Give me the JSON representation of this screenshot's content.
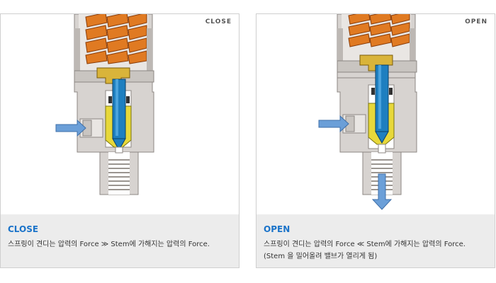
{
  "panels": [
    {
      "state_label": "CLOSE",
      "caption_title": "CLOSE",
      "caption_text": "스프링이 견디는 압력의 Force ≫ Stem에 가해지는 압력의 Force."
    },
    {
      "state_label": "OPEN",
      "caption_title": "OPEN",
      "caption_text": "스프링이 견디는 압력의 Force ≪ Stem에 가해지는 압력의 Force. (Stem 을 밀어올려 밸브가 열리게 됨)"
    }
  ],
  "colors": {
    "body": "#d7d3d0",
    "body_dark": "#b6b1ad",
    "spring": "#e07a22",
    "brass": "#d9b43a",
    "stem": "#1e7fc0",
    "seat": "#e7d83a",
    "arrow": "#6b9fd8",
    "caption_bg": "#ececec",
    "title": "#1a73c9"
  }
}
